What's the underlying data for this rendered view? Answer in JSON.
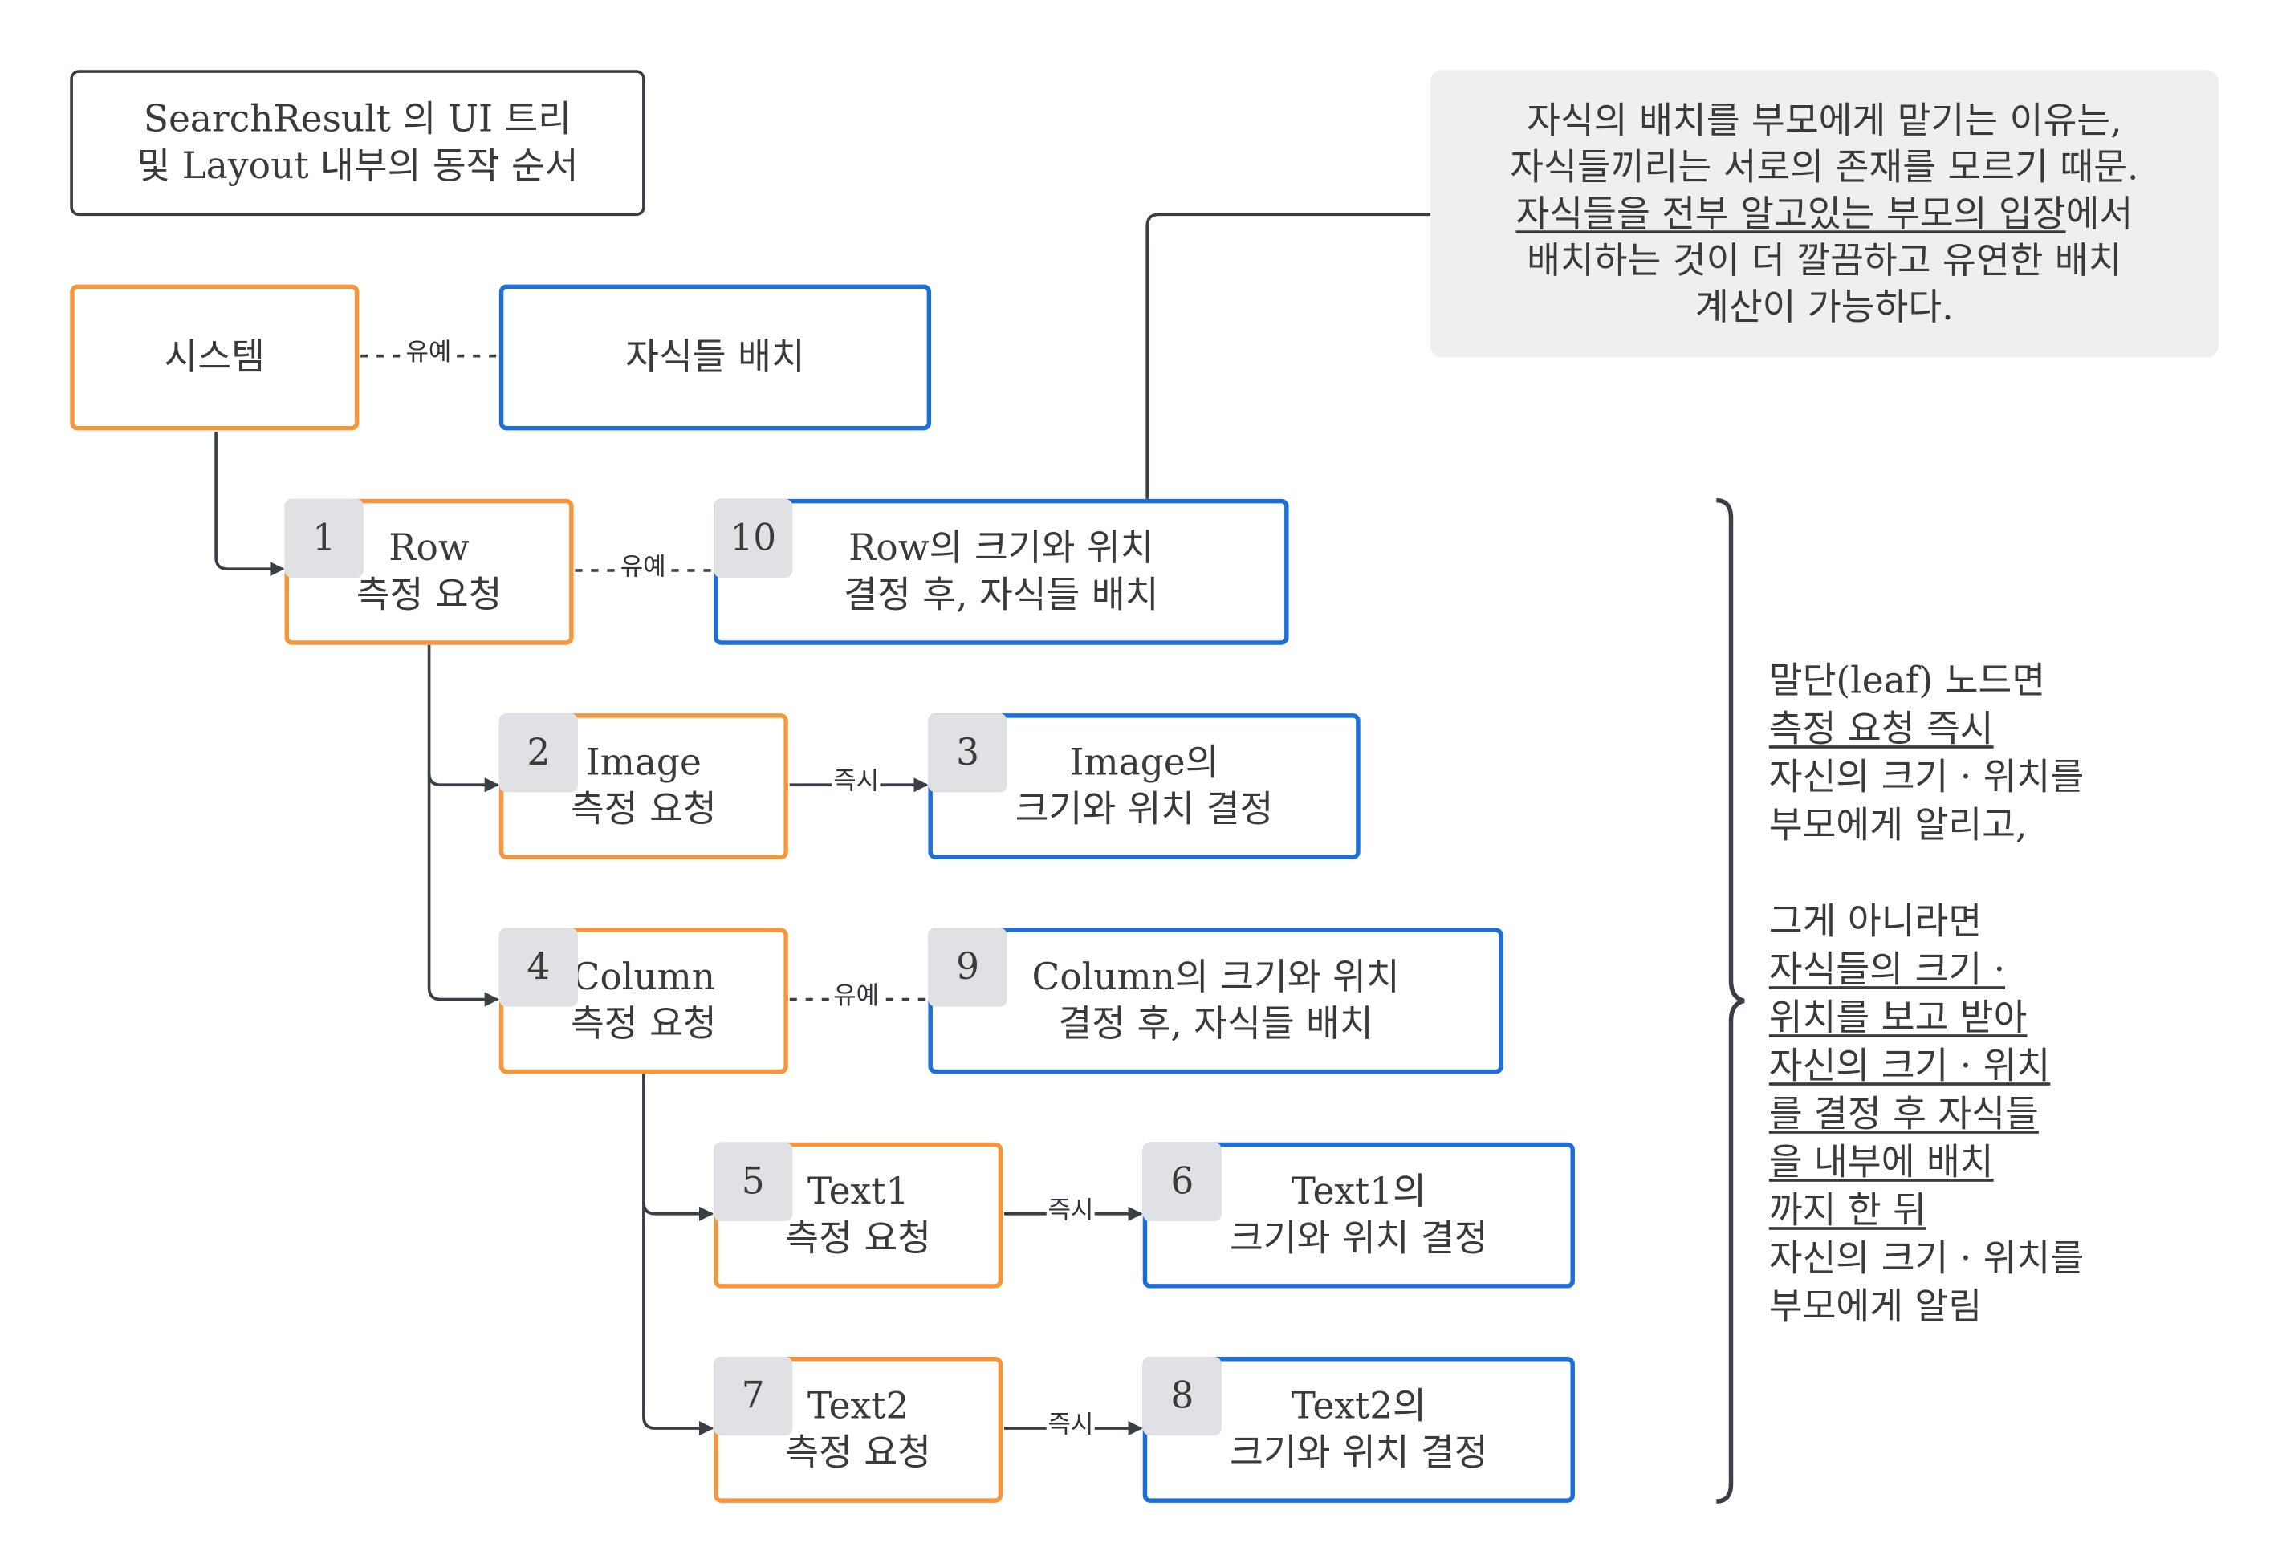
{
  "title": {
    "line1": "SearchResult 의 UI 트리",
    "line2": "및 Layout 내부의 동작 순서"
  },
  "note": {
    "line1": "자식의 배치를 부모에게 맡기는 이유는,",
    "line2": "자식들끼리는 서로의 존재를 모르기 때문.",
    "line3_underlined": "자식들을 전부 알고있는 부모의 입장",
    "line3_rest": "에서",
    "line4": "배치하는 것이 더 깔끔하고 유연한 배치",
    "line5": "계산이 가능하다."
  },
  "legend": {
    "system": "시스템",
    "place_children": "자식들 배치",
    "relation": "유예"
  },
  "nodes": {
    "n1": {
      "num": "1",
      "line1": "Row",
      "line2": "측정 요청"
    },
    "n2": {
      "num": "2",
      "line1": "Image",
      "line2": "측정 요청"
    },
    "n3": {
      "num": "3",
      "line1": "Image의",
      "line2": "크기와 위치 결정"
    },
    "n4": {
      "num": "4",
      "line1": "Column",
      "line2": "측정 요청"
    },
    "n5": {
      "num": "5",
      "line1": "Text1",
      "line2": "측정 요청"
    },
    "n6": {
      "num": "6",
      "line1": "Text1의",
      "line2": "크기와 위치 결정"
    },
    "n7": {
      "num": "7",
      "line1": "Text2",
      "line2": "측정 요청"
    },
    "n8": {
      "num": "8",
      "line1": "Text2의",
      "line2": "크기와 위치 결정"
    },
    "n9": {
      "num": "9",
      "line1": "Column의 크기와 위치",
      "line2": "결정 후, 자식들 배치"
    },
    "n10": {
      "num": "10",
      "line1": "Row의 크기와 위치",
      "line2": "결정 후, 자식들 배치"
    }
  },
  "edges": {
    "deferred": "유예",
    "immediate": "즉시"
  },
  "side_note": {
    "l1": "말단(leaf) 노드면",
    "l2_u": "측정 요청 즉시",
    "l3": "자신의 크기 · 위치를",
    "l4": "부모에게 알리고,",
    "l5": "그게 아니라면",
    "l6_u": "자식들의 크기 ·",
    "l7_u": "위치를 보고 받아",
    "l8_u": "자신의 크기 · 위치",
    "l9_u": "를 결정 후 자식들",
    "l10_u": "을 내부에 배치",
    "l11_u": "까지 한 뒤",
    "l12": "자신의 크기 · 위치를",
    "l13": "부모에게 알림"
  },
  "colors": {
    "request_border": "#f7953a",
    "decide_border": "#1c6fd8",
    "badge_bg": "#dfe1e5",
    "note_bg": "#eeeff1",
    "connector": "#3a3e45"
  }
}
